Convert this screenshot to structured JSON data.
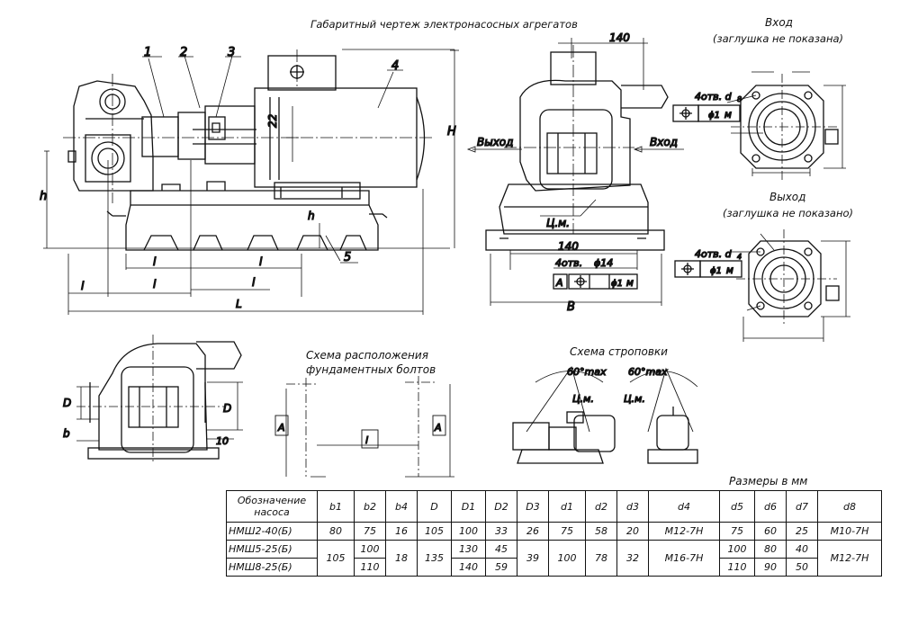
{
  "title": "Габаритный чертеж электронасосных агрегатов",
  "inlet_view": {
    "title": "Вход",
    "subtitle": "(заглушка не показана)",
    "holes": "4отв. d",
    "holes_sub": "8",
    "tol": "ϕ1",
    "tol_m": "M"
  },
  "outlet_view": {
    "title": "Выход",
    "subtitle": "(заглушка не показано)",
    "holes": "4отв. d",
    "holes_sub": "4",
    "tol": "ϕ1",
    "tol_m": "M"
  },
  "front_view": {
    "callouts": [
      "1",
      "2",
      "3",
      "4",
      "5"
    ],
    "dim_22": "22",
    "dim_H": "H",
    "dim_h": "h",
    "dim_h1": "h",
    "dim_l5": "l",
    "dim_l1": "l",
    "dim_l6": "l",
    "dim_l3": "l",
    "dim_l2": "l",
    "dim_L": "L"
  },
  "side_view": {
    "dim_140_top": "140",
    "outlet_label": "Выход",
    "inlet_label": "Вход",
    "cm_label": "Ц.м.",
    "dim_140_bottom": "140",
    "bolts": "4отв.",
    "bolts_dia": "ϕ14",
    "datum": "A",
    "tol": "ϕ1",
    "tol_m": "M",
    "dim_B": "B"
  },
  "end_view": {
    "dim_D1": "D",
    "dim_D2": "D",
    "dim_b3": "b",
    "dim_10": "10"
  },
  "bolt_scheme": {
    "title": "Схема расположения",
    "title2": "фундаментных болтов",
    "dim_A": "A",
    "dim_A1": "A",
    "dim_l2": "l"
  },
  "sling_scheme": {
    "title": "Схема строповки",
    "angle1": "60°max",
    "angle2": "60°max",
    "cm1": "Ц.м.",
    "cm2": "Ц.м."
  },
  "units_note": "Размеры в мм",
  "table": {
    "headers": [
      "Обозначение насоса",
      "b1",
      "b2",
      "b4",
      "D",
      "D1",
      "D2",
      "D3",
      "d1",
      "d2",
      "d3",
      "d4",
      "d5",
      "d6",
      "d7",
      "d8"
    ],
    "rows": [
      [
        "НМШ2-40(Б)",
        "80",
        "75",
        "16",
        "105",
        "100",
        "33",
        "26",
        "75",
        "58",
        "20",
        "М12-7Н",
        "75",
        "60",
        "25",
        "М10-7Н"
      ],
      [
        "НМШ5-25(Б)",
        "105",
        "100",
        "18",
        "135",
        "130",
        "45",
        "39",
        "100",
        "78",
        "32",
        "М16-7Н",
        "100",
        "80",
        "40",
        "М12-7Н"
      ],
      [
        "НМШ8-25(Б)",
        "",
        "110",
        "",
        "",
        "140",
        "59",
        "",
        "",
        "",
        "",
        "",
        "110",
        "90",
        "50",
        ""
      ]
    ]
  }
}
